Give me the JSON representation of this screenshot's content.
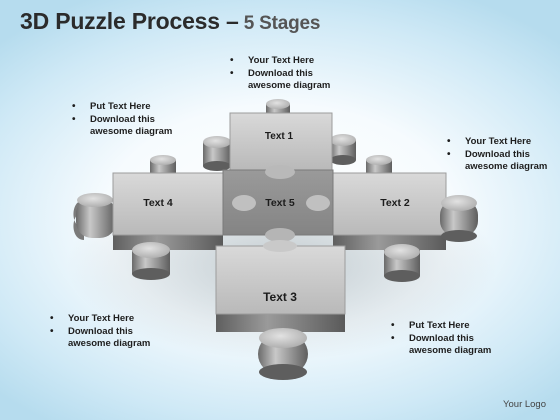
{
  "title": {
    "main": "3D Puzzle Process –",
    "sub": " 5 Stages"
  },
  "pieces": {
    "p1": "Text 1",
    "p2": "Text 2",
    "p3": "Text 3",
    "p4": "Text 4",
    "p5": "Text 5"
  },
  "notes": {
    "top": [
      "Your Text Here",
      "Download this awesome diagram"
    ],
    "upper_left": [
      "Put  Text Here",
      "Download this awesome diagram"
    ],
    "right": [
      "Your Text Here",
      "Download this awesome diagram"
    ],
    "lower_left": [
      "Your Text Here",
      "Download this awesome diagram"
    ],
    "lower_right": [
      "Put  Text Here",
      "Download this awesome diagram"
    ]
  },
  "logo": "Your Logo",
  "colors": {
    "piece_top": "#c4c4c4",
    "piece_center": "#8e8e8e",
    "piece_side": "#6e6e6e",
    "background": "#b6dcee"
  }
}
